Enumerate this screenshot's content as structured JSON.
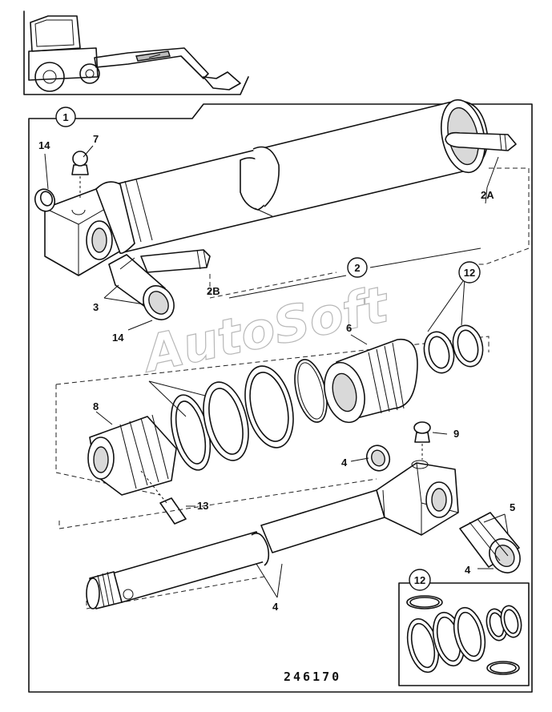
{
  "watermark": "AutoSoft",
  "reference_number": "246170",
  "callouts": {
    "c1": "1",
    "c2": "2",
    "c2a": "2A",
    "c2b": "2B",
    "c3": "3",
    "c4a": "4",
    "c4b": "4",
    "c4c": "4",
    "c5": "5",
    "c6": "6",
    "c7": "7",
    "c8": "8",
    "c9": "9",
    "c12a": "12",
    "c12b": "12",
    "c13": "13",
    "c14a": "14",
    "c14b": "14"
  }
}
